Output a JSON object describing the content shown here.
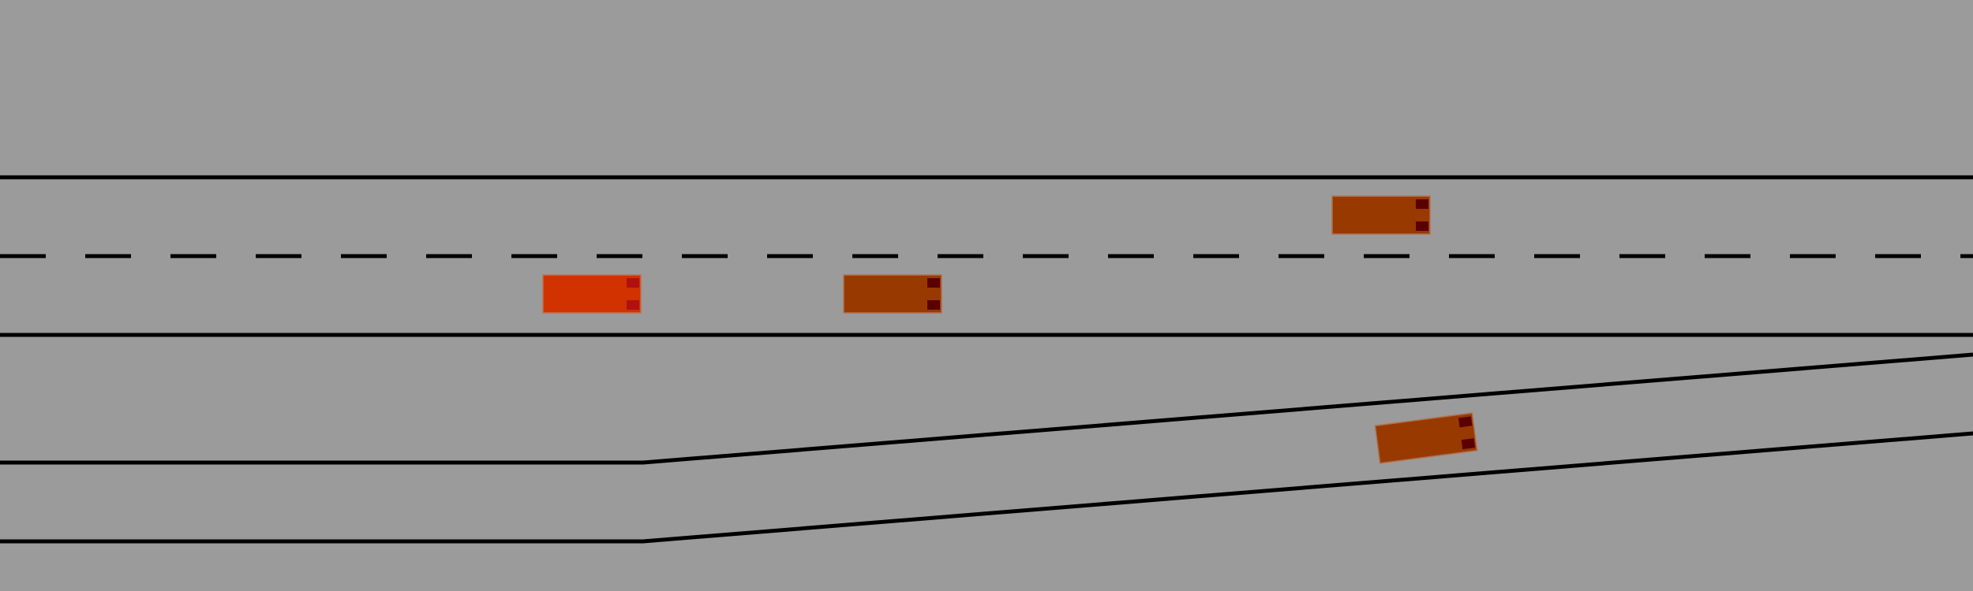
{
  "scene": {
    "background_color": "#9b9b9b",
    "line_color": "#000000",
    "vehicles": [
      {
        "id": "ego-vehicle",
        "role": "controlled",
        "body_color": "#d23100",
        "light_color": "#b01010",
        "lane": "main-lower",
        "heading": "east"
      },
      {
        "id": "vehicle-2",
        "role": "traffic",
        "body_color": "#983a00",
        "light_color": "#5a0000",
        "lane": "main-lower",
        "heading": "east"
      },
      {
        "id": "vehicle-3",
        "role": "traffic",
        "body_color": "#983a00",
        "light_color": "#5a0000",
        "lane": "main-upper",
        "heading": "east"
      },
      {
        "id": "vehicle-4",
        "role": "traffic",
        "body_color": "#983a00",
        "light_color": "#5a0000",
        "lane": "merge-ramp",
        "heading": "east-northeast"
      }
    ]
  }
}
